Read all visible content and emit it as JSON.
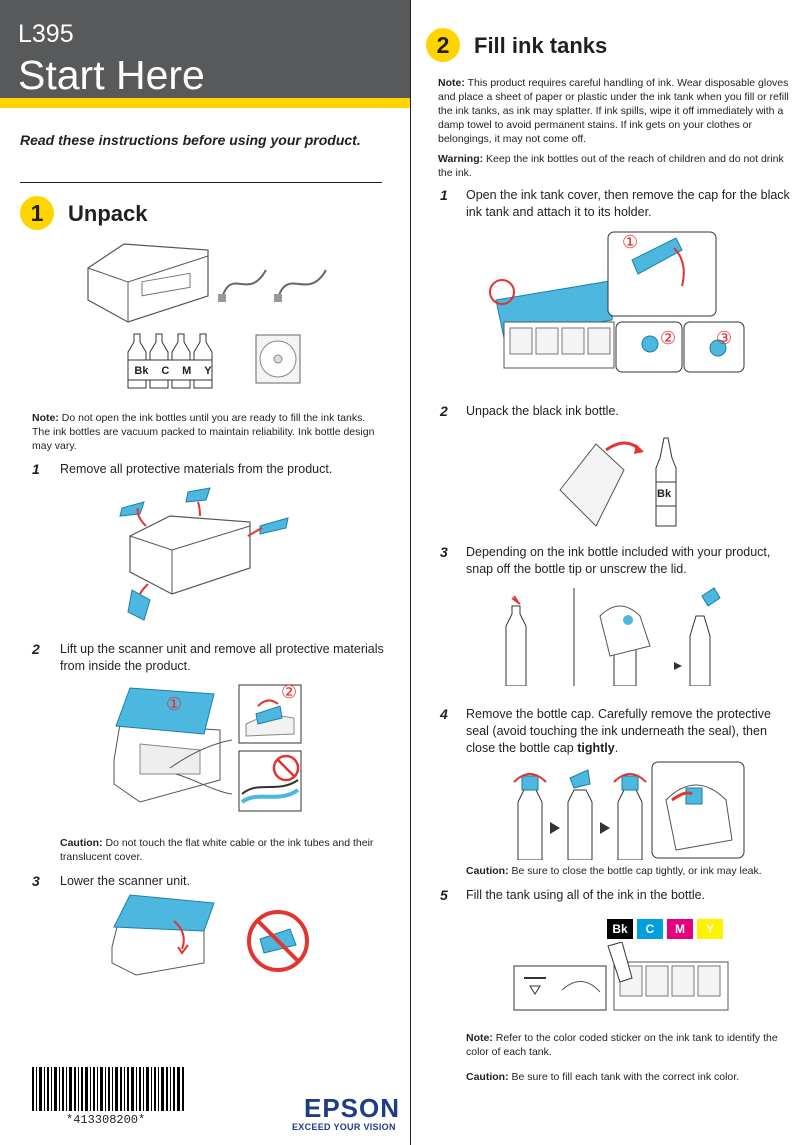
{
  "header": {
    "model": "L395",
    "title": "Start Here"
  },
  "intro": "Read these instructions before using your product.",
  "section1": {
    "number": "1",
    "title": "Unpack",
    "note_label": "Note:",
    "note_text": "Do not open the ink bottles until you are ready to fill the ink tanks. The ink bottles are vacuum packed to maintain reliability. Ink bottle design may vary.",
    "ink_labels": [
      "Bk",
      "C",
      "M",
      "Y"
    ],
    "steps": [
      {
        "num": "1",
        "text": "Remove all protective materials from the product."
      },
      {
        "num": "2",
        "text": "Lift up the scanner unit and remove all protective materials from inside the product."
      },
      {
        "num": "3",
        "text": "Lower the scanner unit."
      }
    ],
    "caution_label": "Caution:",
    "caution_text": "Do not touch the flat white cable or the ink tubes and their translucent cover.",
    "markers": [
      "①",
      "②"
    ]
  },
  "section2": {
    "number": "2",
    "title": "Fill ink tanks",
    "note_label": "Note:",
    "note_text": "This product requires careful handling of ink. Wear disposable gloves and place a sheet of paper or plastic under the ink tank when you fill or refill the ink tanks, as ink may splatter. If ink spills, wipe it off immediately with a damp towel to avoid permanent stains. If ink gets on your clothes or belongings, it may not come off.",
    "warning_label": "Warning:",
    "warning_text": "Keep the ink bottles out of the reach of children and do not drink the ink.",
    "steps": [
      {
        "num": "1",
        "text": "Open the ink tank cover, then remove the cap for the black ink tank and attach it to its holder."
      },
      {
        "num": "2",
        "text": "Unpack the black ink bottle."
      },
      {
        "num": "3",
        "text": "Depending on the ink bottle included with your product, snap off the bottle tip or unscrew the lid."
      },
      {
        "num": "4",
        "text_before": "Remove the bottle cap. Carefully remove the protective seal (avoid touching the ink underneath the seal), then close the bottle cap ",
        "text_bold": "tightly",
        "text_after": "."
      },
      {
        "num": "5",
        "text": "Fill the tank using all of the ink in the bottle."
      }
    ],
    "markers": [
      "①",
      "②",
      "③"
    ],
    "bottle_label": "Bk",
    "caution4_label": "Caution:",
    "caution4_text": "Be sure to close the bottle cap tightly, or ink may leak.",
    "note5_label": "Note:",
    "note5_text": "Refer to the color coded sticker on the ink tank to identify the color of each tank.",
    "caution5_label": "Caution:",
    "caution5_text": "Be sure to fill each tank with the correct ink color.",
    "sticker_labels": [
      "Bk",
      "C",
      "M",
      "Y"
    ]
  },
  "footer": {
    "barcode": "*413308200*",
    "brand": "EPSON",
    "tagline": "EXCEED YOUR VISION"
  },
  "colors": {
    "header_gray": "#58595b",
    "yellow": "#ffd400",
    "cyan": "#00a0dc",
    "magenta": "#e6007e",
    "yellow_ink": "#fff200",
    "epson_blue": "#1f3c88"
  }
}
